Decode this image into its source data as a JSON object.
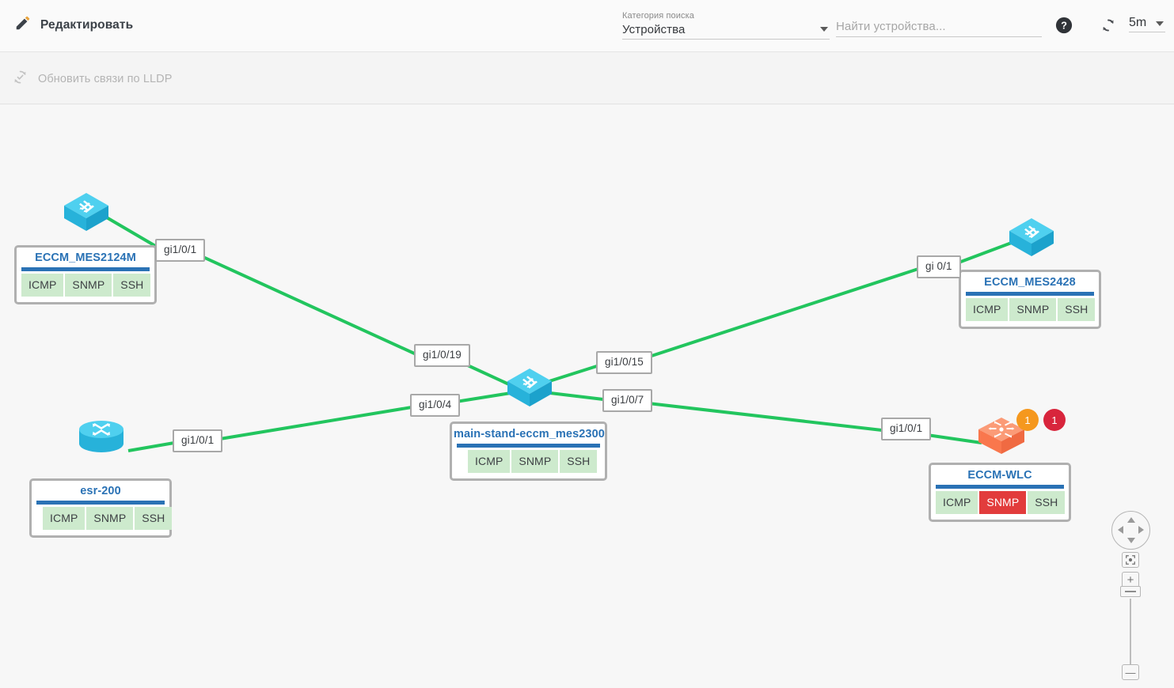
{
  "header": {
    "edit_label": "Редактировать",
    "edit_icon": "pencil-icon",
    "category": {
      "label": "Категория поиска",
      "value": "Устройства",
      "caret_icon": "chevron-down-icon"
    },
    "search": {
      "placeholder": "Найти устройства...",
      "value": ""
    },
    "help_icon": "help-circle-icon",
    "refresh_icon": "refresh-icon",
    "interval": {
      "value": "5m",
      "caret_icon": "chevron-down-icon"
    }
  },
  "toolbar": {
    "lldp_label": "Обновить связи по LLDP",
    "lldp_icon": "refresh-check-icon",
    "lldp_disabled": true
  },
  "canvas": {
    "background": "#f7f7f7",
    "link_color": "#22c55e"
  },
  "nodes": [
    {
      "id": "eccm-mes2124m",
      "title": "ECCM_MES2124M",
      "icon": "switch-icon",
      "icon_color": "#35c0e8",
      "selected": true,
      "statuses": [
        {
          "label": "ICMP",
          "state": "ok"
        },
        {
          "label": "SNMP",
          "state": "ok"
        },
        {
          "label": "SSH",
          "state": "ok"
        }
      ]
    },
    {
      "id": "eccm-mes2428",
      "title": "ECCM_MES2428",
      "icon": "switch-icon",
      "icon_color": "#35c0e8",
      "selected": true,
      "statuses": [
        {
          "label": "ICMP",
          "state": "ok"
        },
        {
          "label": "SNMP",
          "state": "ok"
        },
        {
          "label": "SSH",
          "state": "ok"
        }
      ]
    },
    {
      "id": "main-stand-eccm-mes2300",
      "title": "main-stand-eccm_mes2300",
      "icon": "switch-icon",
      "icon_color": "#35c0e8",
      "selected": true,
      "statuses": [
        {
          "label": "ICMP",
          "state": "ok"
        },
        {
          "label": "SNMP",
          "state": "ok"
        },
        {
          "label": "SSH",
          "state": "ok"
        }
      ]
    },
    {
      "id": "esr-200",
      "title": "esr-200",
      "icon": "router-icon",
      "icon_color": "#35c0e8",
      "selected": true,
      "statuses": [
        {
          "label": "ICMP",
          "state": "ok"
        },
        {
          "label": "SNMP",
          "state": "ok"
        },
        {
          "label": "SSH",
          "state": "ok"
        }
      ]
    },
    {
      "id": "eccm-wlc",
      "title": "ECCM-WLC",
      "icon": "access-point-icon",
      "icon_color": "#f98158",
      "selected": true,
      "statuses": [
        {
          "label": "ICMP",
          "state": "ok"
        },
        {
          "label": "SNMP",
          "state": "bad"
        },
        {
          "label": "SSH",
          "state": "ok"
        }
      ],
      "badges": [
        {
          "count": "1",
          "severity": "warning",
          "color": "#f5981e"
        },
        {
          "count": "1",
          "severity": "critical",
          "color": "#d8253c"
        }
      ]
    }
  ],
  "link_labels": [
    {
      "id": "l1",
      "text": "gi1/0/1"
    },
    {
      "id": "l2",
      "text": "gi 0/1"
    },
    {
      "id": "l3",
      "text": "gi1/0/19"
    },
    {
      "id": "l4",
      "text": "gi1/0/15"
    },
    {
      "id": "l5",
      "text": "gi1/0/4"
    },
    {
      "id": "l6",
      "text": "gi1/0/7"
    },
    {
      "id": "l7",
      "text": "gi1/0/1"
    },
    {
      "id": "l8",
      "text": "gi1/0/1"
    }
  ],
  "controls": {
    "pan_icon": "pan-compass-icon",
    "fit_icon": "fit-to-screen-icon",
    "zoom_in": "+",
    "zoom_out": "—",
    "zoom_slider": "zoom-slider"
  }
}
